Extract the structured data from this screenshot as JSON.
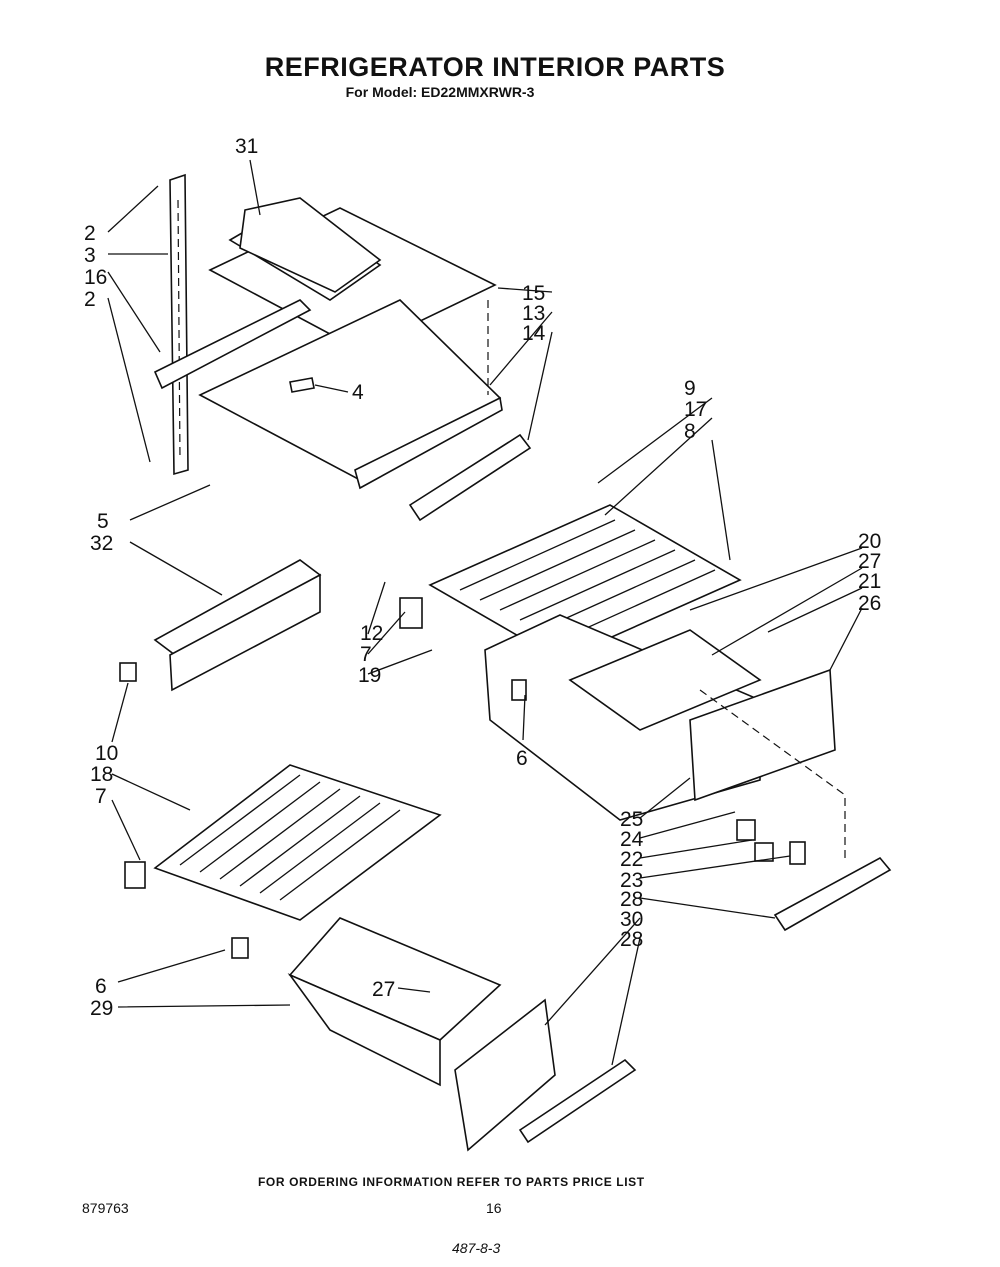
{
  "header": {
    "title": "REFRIGERATOR INTERIOR PARTS",
    "model": "For Model: ED22MMXRWR-3"
  },
  "callouts": [
    "31",
    "2",
    "3",
    "16",
    "2",
    "15",
    "13",
    "14",
    "4",
    "9",
    "17",
    "8",
    "5",
    "32",
    "20",
    "27",
    "21",
    "26",
    "12",
    "7",
    "19",
    "6",
    "10",
    "18",
    "7",
    "25",
    "24",
    "22",
    "23",
    "28",
    "30",
    "28",
    "6",
    "27",
    "29"
  ],
  "footer": {
    "ordering_note": "FOR ORDERING INFORMATION REFER TO PARTS PRICE LIST",
    "document_number": "879763",
    "page_number": "16",
    "handwritten_note": "487-8-3"
  }
}
